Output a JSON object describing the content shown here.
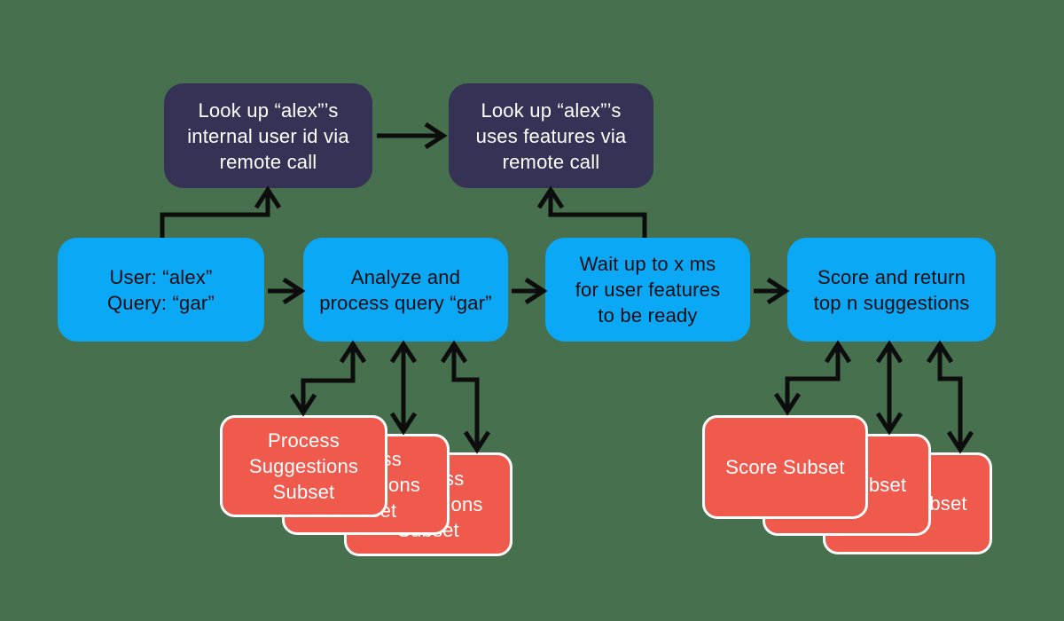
{
  "palette": {
    "bg": "#47704F",
    "dark": "#353256",
    "blue": "#0BA8F5",
    "red": "#F05A4D",
    "red_border": "#FFFFFF",
    "arrow": "#0D0D0D",
    "text_light": "#FFFFFF",
    "text_dark": "#0E0E14"
  },
  "nodes": {
    "lookup_user_id": {
      "text": "Look up “alex”’s\ninternal user id via\nremote call"
    },
    "lookup_features": {
      "text": "Look up “alex”’s\nuses features via\nremote call"
    },
    "user_query": {
      "text": "User: “alex”\nQuery: “gar”"
    },
    "analyze": {
      "text": "Analyze and\nprocess query “gar”"
    },
    "wait": {
      "text": "Wait up to x ms\nfor user features\nto be ready"
    },
    "score_return": {
      "text": "Score and return\ntop n suggestions"
    },
    "process_subset": {
      "text": "Process\nSuggestions\nSubset"
    },
    "score_subset": {
      "text": "Score Subset"
    }
  }
}
